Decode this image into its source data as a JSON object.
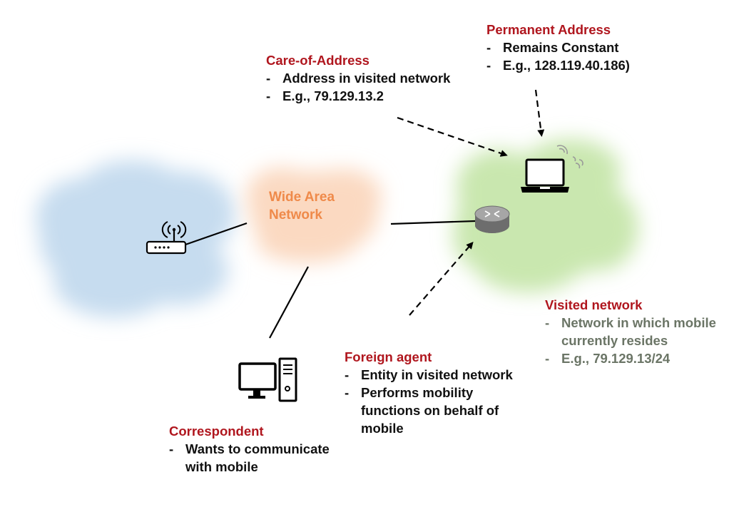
{
  "clouds": {
    "home": {
      "color": "#c6dcef"
    },
    "wan": {
      "color": "#fbd9c1",
      "label_line1": "Wide Area",
      "label_line2": "Network",
      "label_color": "#ef8a4a"
    },
    "visited": {
      "color": "#c9e7af"
    }
  },
  "icons": {
    "home_router": "wifi-router-icon",
    "foreign_router": "router-icon",
    "laptop": "laptop-icon",
    "correspondent": "desktop-computer-icon",
    "motion": "signal-waves-icon"
  },
  "care_of_address": {
    "title": "Care-of-Address",
    "items": [
      "Address in visited network",
      "E.g., 79.129.13.2"
    ]
  },
  "permanent_address": {
    "title": "Permanent Address",
    "items": [
      "Remains Constant",
      "E.g., 128.119.40.186)"
    ]
  },
  "visited_network": {
    "title": "Visited network",
    "items": [
      {
        "line1": "Network in which mobile",
        "line2": "currently resides"
      },
      {
        "line1": "E.g., 79.129.13/24"
      }
    ]
  },
  "foreign_agent": {
    "title": "Foreign agent",
    "items": [
      {
        "line1": "Entity in visited network"
      },
      {
        "line1": "Performs mobility",
        "line2": "functions on behalf of",
        "line3": "mobile"
      }
    ]
  },
  "correspondent": {
    "title": "Correspondent",
    "items": [
      {
        "line1": "Wants to communicate",
        "line2": "with mobile"
      }
    ]
  },
  "bullet": "-",
  "colors": {
    "title": "#b0161e",
    "text": "#111111",
    "muted": "#6b7566"
  }
}
